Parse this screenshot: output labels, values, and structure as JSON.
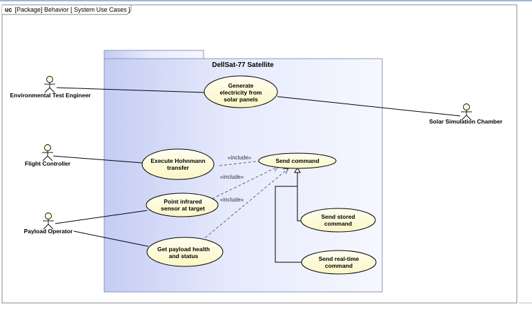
{
  "frame": {
    "kind": "uc",
    "label": "[Package] Behavior [ System Use Cases ]"
  },
  "package": {
    "name": "DellSat-77 Satellite"
  },
  "actors": {
    "environmental_test_engineer": "Environmental Test Engineer",
    "flight_controller": "Flight Controller",
    "payload_operator": "Payload Operator",
    "solar_simulation_chamber": "Solar Simulation Chamber"
  },
  "use_cases": {
    "generate_electricity": [
      "Generate",
      "electricity from",
      "solar panels"
    ],
    "execute_hohnmann": [
      "Execute Hohnmann",
      "transfer"
    ],
    "send_command": [
      "Send command"
    ],
    "point_infrared": [
      "Point infrared",
      "sensor at target"
    ],
    "get_payload_health": [
      "Get payload health",
      "and status"
    ],
    "send_stored_command": [
      "Send stored",
      "command"
    ],
    "send_realtime_command": [
      "Send real-time",
      "command"
    ]
  },
  "relationships": {
    "include_label": "«include»"
  },
  "colors": {
    "use_case_fill": "#fffcd6",
    "package_fill_light": "#f4f6ff",
    "package_fill_dark": "#c7cff5",
    "package_border": "#8a94b8",
    "frame_border": "#888888"
  }
}
